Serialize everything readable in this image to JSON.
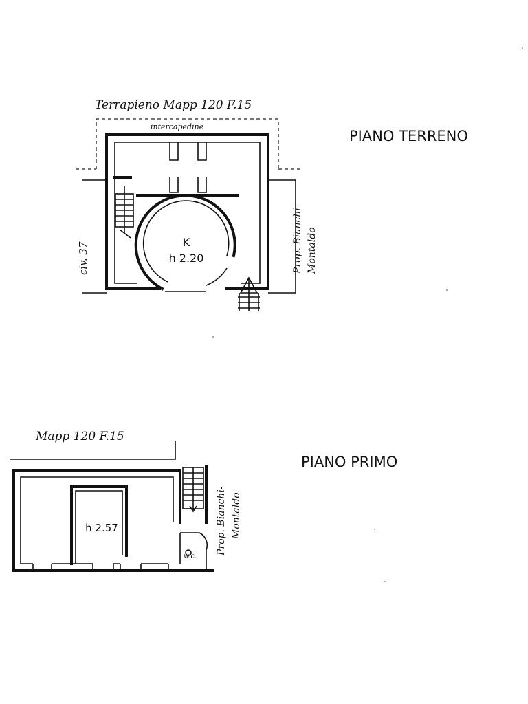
{
  "ground_floor": {
    "title": "PIANO TERRENO",
    "top_note": "Terrapieno   Mapp 120  F.15",
    "cavity_label": "intercapedine",
    "room_letter": "K",
    "room_height": "h 2.20",
    "left_label": "civ. 37",
    "right_label_line1": "Prop. Bianchi-",
    "right_label_line2": "Montaldo"
  },
  "first_floor": {
    "title": "PIANO PRIMO",
    "top_note": "Mapp 120  F.15",
    "room_height": "h 2.57",
    "wc_label": "w.c.",
    "right_label_line1": "Prop. Bianchi-",
    "right_label_line2": "Montaldo"
  }
}
